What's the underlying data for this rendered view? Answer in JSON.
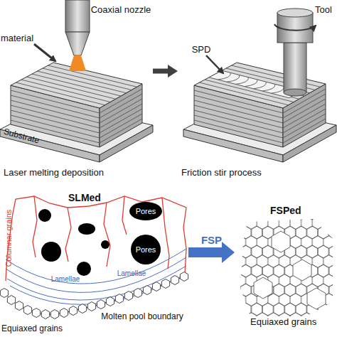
{
  "diagram": {
    "nodes": [
      {
        "text": [
          "Laser melting deposition"
        ]
      },
      {
        "text": [
          "Friction stir process"
        ]
      },
      {
        "text": [
          "SLMed"
        ]
      },
      {
        "text": [
          "FSPed",
          "Equiaxed grains"
        ]
      }
    ],
    "edges": [
      {
        "from": 0,
        "to": 1,
        "arrow": "to"
      },
      {
        "from": 2,
        "to": 3,
        "label": "FSP",
        "arrow": "to"
      }
    ],
    "labels": [
      "Coaxial nozzle",
      "material",
      "Substrate",
      "Tool",
      "SPD",
      "Pores",
      "Pores",
      "Columnar grains",
      "Lamellae",
      "Lamellae",
      "Molten pool boundary",
      "Equiaxed grains"
    ]
  }
}
